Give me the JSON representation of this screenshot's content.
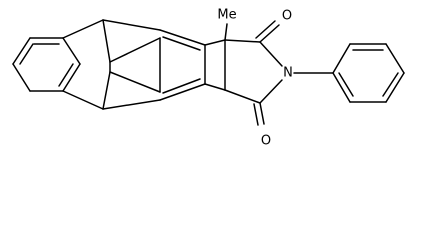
{
  "molecule": {
    "atom_labels": {
      "methyl": "Me",
      "nitrogen": "N",
      "oxygen_top": "O",
      "oxygen_bottom": "O"
    }
  }
}
